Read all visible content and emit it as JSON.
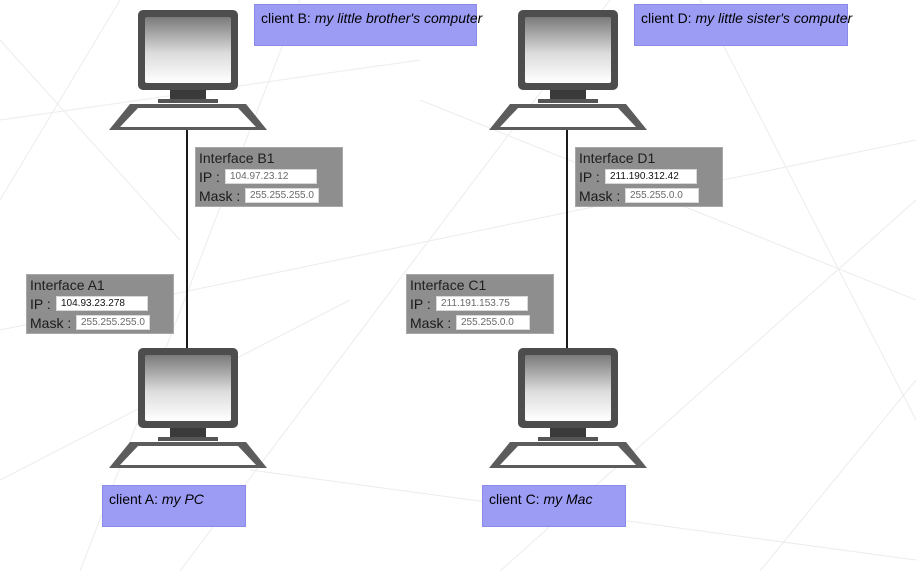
{
  "clients": {
    "a": {
      "prefix": "client A: ",
      "desc": "my PC"
    },
    "b": {
      "prefix": "client B: ",
      "desc": "my little brother's computer"
    },
    "c": {
      "prefix": "client C: ",
      "desc": "my Mac"
    },
    "d": {
      "prefix": "client D: ",
      "desc": "my little sister's computer"
    }
  },
  "interfaces": {
    "a1": {
      "title": "Interface A1",
      "ip_label": "IP :",
      "ip": "104.93.23.278",
      "mask_label": "Mask :",
      "mask": "255.255.255.0"
    },
    "b1": {
      "title": "Interface B1",
      "ip_label": "IP :",
      "ip": "104.97.23.12",
      "mask_label": "Mask :",
      "mask": "255.255.255.0"
    },
    "c1": {
      "title": "Interface C1",
      "ip_label": "IP :",
      "ip": "211.191.153.75",
      "mask_label": "Mask :",
      "mask": "255.255.0.0"
    },
    "d1": {
      "title": "Interface D1",
      "ip_label": "IP :",
      "ip": "211.190.312.42",
      "mask_label": "Mask :",
      "mask": "255.255.0.0"
    }
  },
  "colors": {
    "client_label_bg": "#9c9cf5",
    "interface_box_bg": "#8e8e8e",
    "link": "#1a1a1a"
  }
}
